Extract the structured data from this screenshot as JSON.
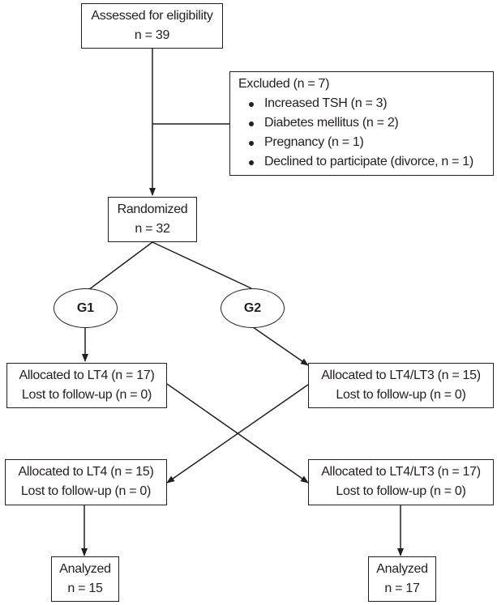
{
  "assessed": {
    "title": "Assessed for eligibility",
    "n": "n = 39"
  },
  "excluded": {
    "title": "Excluded (n = 7)",
    "items": [
      "Increased TSH (n = 3)",
      "Diabetes mellitus (n = 2)",
      "Pregnancy (n = 1)",
      "Declined to participate (divorce, n = 1)"
    ]
  },
  "randomized": {
    "title": "Randomized",
    "n": "n = 32"
  },
  "groups": {
    "g1": "G1",
    "g2": "G2"
  },
  "phase1": {
    "left": {
      "allocated": "Allocated to LT4 (n = 17)",
      "lost": "Lost to follow-up (n = 0)"
    },
    "right": {
      "allocated": "Allocated to LT4/LT3 (n = 15)",
      "lost": "Lost to follow-up (n = 0)"
    }
  },
  "phase2": {
    "left": {
      "allocated": "Allocated to LT4 (n = 15)",
      "lost": "Lost to follow-up (n = 0)"
    },
    "right": {
      "allocated": "Allocated to LT4/LT3 (n = 17)",
      "lost": "Lost to follow-up (n = 0)"
    }
  },
  "analyzed": {
    "left": {
      "title": "Analyzed",
      "n": "n = 15"
    },
    "right": {
      "title": "Analyzed",
      "n": "n = 17"
    }
  }
}
